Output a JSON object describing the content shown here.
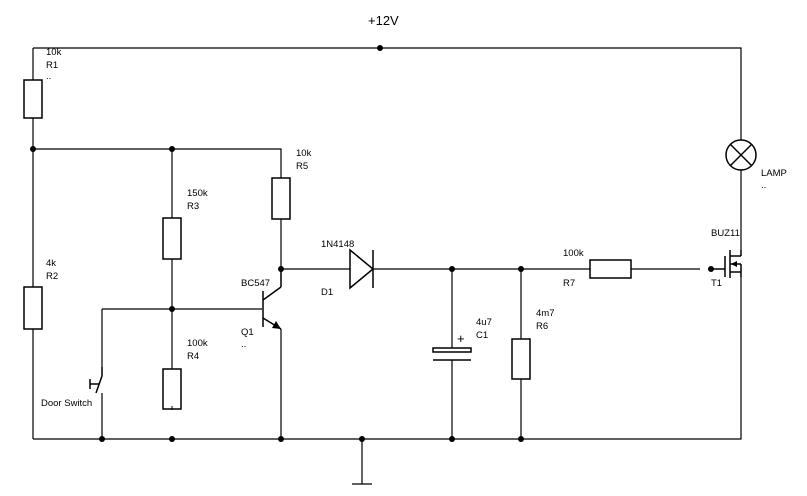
{
  "supply_label": "+12V",
  "components": {
    "r1": {
      "value": "10k",
      "ref": "R1",
      "note": ".."
    },
    "r2": {
      "value": "4k",
      "ref": "R2"
    },
    "r3": {
      "value": "150k",
      "ref": "R3"
    },
    "r4": {
      "value": "100k",
      "ref": "R4"
    },
    "r5": {
      "value": "10k",
      "ref": "R5"
    },
    "r6": {
      "value": "4m7",
      "ref": "R6"
    },
    "r7": {
      "value": "100k",
      "ref": "R7"
    },
    "q1": {
      "value": "BC547",
      "ref": "Q1",
      "note": ".."
    },
    "d1": {
      "value": "1N4148",
      "ref": "D1"
    },
    "c1": {
      "value": "4u7",
      "ref": "C1"
    },
    "t1": {
      "value": "BUZ11",
      "ref": "T1"
    },
    "lamp": {
      "value": "LAMP",
      "note": ".."
    },
    "door_switch": {
      "label": "Door Switch"
    }
  }
}
